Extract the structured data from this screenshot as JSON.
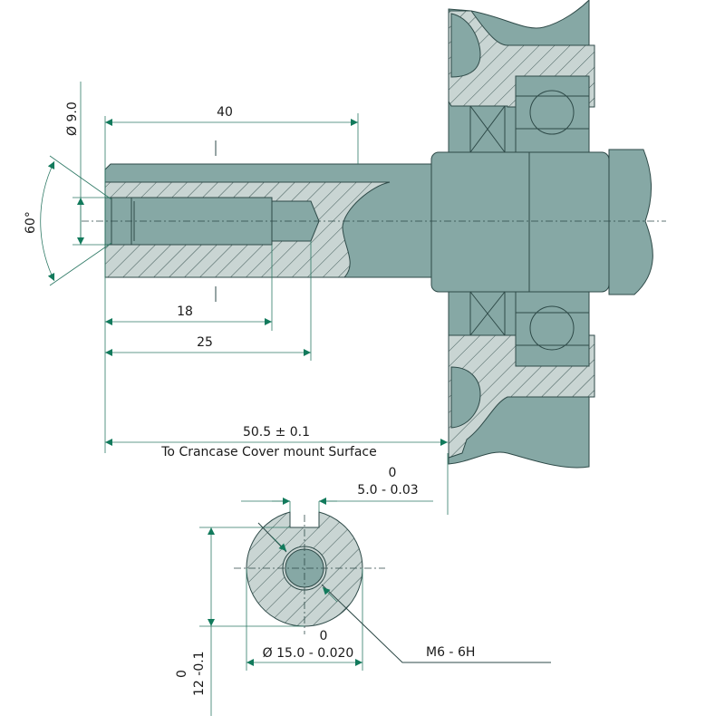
{
  "dimensions": {
    "d40": "40",
    "d18": "18",
    "d25": "25",
    "dia9": "Ø 9.0",
    "angle": "60°",
    "d50": "50.5 ± 0.1",
    "d50_note": "To Crancase Cover mount Surface",
    "key_upper": "0",
    "key_width": "5.0 - 0.03",
    "dia15_upper": "0",
    "dia15": "Ø 15.0 - 0.020",
    "thread": "M6 - 6H",
    "h12_upper": "0",
    "h12": "12 -0.1"
  },
  "colors": {
    "part": "#86a8a5",
    "section": "#c9d5d3",
    "dimension": "#2f7a66"
  }
}
